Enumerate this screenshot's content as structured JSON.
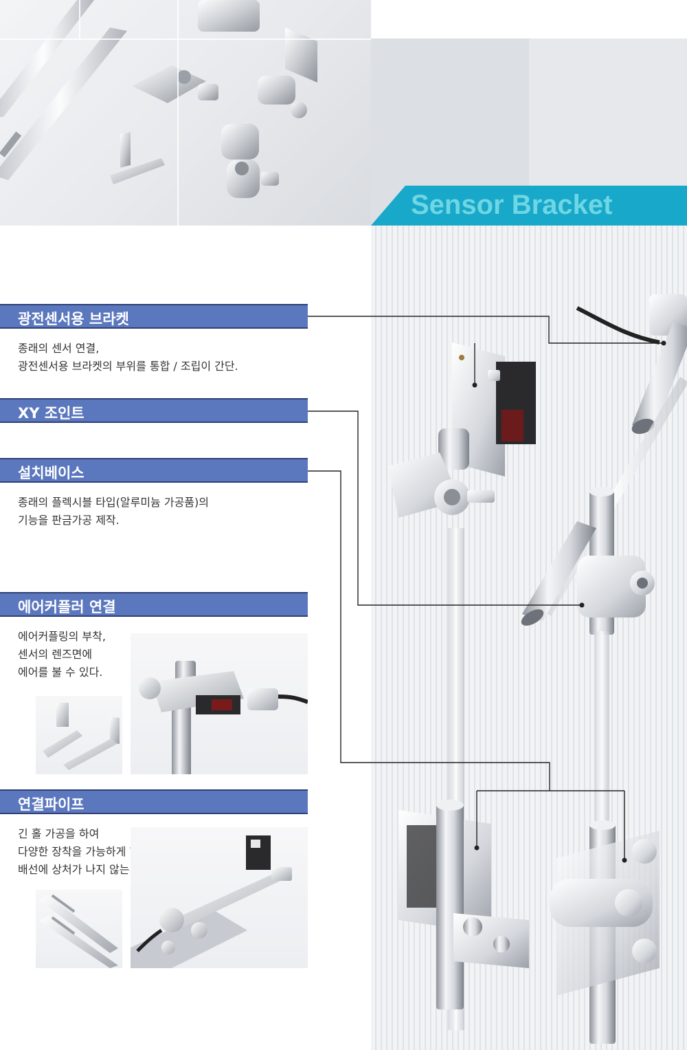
{
  "banner": {
    "title": "Sensor Bracket",
    "accent_color": "#18a8c9",
    "title_color": "#6fd6e4"
  },
  "sections": [
    {
      "title": "광전센서용 브라켓",
      "lines": [
        "종래의 센서 연결,",
        "광전센서용 브라켓의 부위를 통합 / 조립이 간단."
      ]
    },
    {
      "title": "XY 조인트",
      "lines": []
    },
    {
      "title": "설치베이스",
      "lines": [
        "종래의 플렉시블 타입(알루미늄 가공품)의",
        "기능을 판금가공 제작."
      ]
    },
    {
      "title": "에어커플러 연결",
      "lines": [
        "에어커플링의 부착,",
        "센서의 렌즈면에",
        "에어를 불 수 있다."
      ]
    },
    {
      "title": "연결파이프",
      "lines": [
        "긴 홀 가공을 하여",
        "다양한 장착을 가능하게 함.",
        "배선에 상처가 나지 않는 엔드캡 포함."
      ]
    }
  ],
  "colors": {
    "section_bar": "#5b78bf",
    "section_border": "#2e3f74",
    "callout_line": "#222222"
  }
}
